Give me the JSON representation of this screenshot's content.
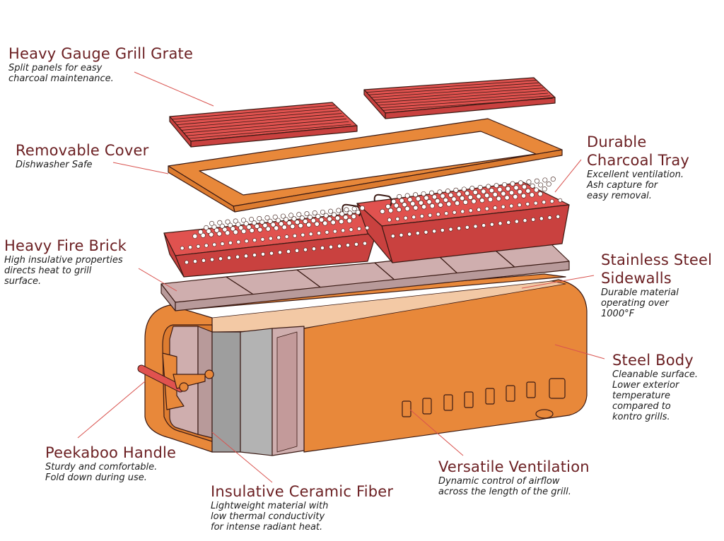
{
  "colors": {
    "label": "#6b1f22",
    "leader": "#d9534f",
    "red_part": "#e0524f",
    "orange_part": "#e8883a",
    "brick": "#cfaeae",
    "fiber": "#a9a9a9",
    "outline": "#3a1a14"
  },
  "callouts": [
    {
      "id": "grill-grate",
      "title": "Heavy Gauge Grill Grate",
      "subtitle": "Split panels for easy\ncharcoal maintenance."
    },
    {
      "id": "removable-cover",
      "title": "Removable Cover",
      "subtitle": "Dishwasher Safe"
    },
    {
      "id": "charcoal-tray",
      "title": "Durable\nCharcoal Tray",
      "subtitle": "Excellent ventilation.\nAsh capture for\neasy removal."
    },
    {
      "id": "fire-brick",
      "title": "Heavy Fire Brick",
      "subtitle": "High insulative properties\ndirects heat to grill\nsurface."
    },
    {
      "id": "sidewalls",
      "title": "Stainless Steel\nSidewalls",
      "subtitle": "Durable material\noperating over\n1000°F"
    },
    {
      "id": "steel-body",
      "title": "Steel Body",
      "subtitle": "Cleanable surface.\nLower exterior\ntemperature\ncompared to\nkontro grills."
    },
    {
      "id": "handle",
      "title": "Peekaboo Handle",
      "subtitle": "Sturdy and comfortable.\nFold down during use."
    },
    {
      "id": "ceramic-fiber",
      "title": "Insulative Ceramic Fiber",
      "subtitle": "Lightweight material with\nlow thermal conductivity\nfor intense radiant heat."
    },
    {
      "id": "ventilation",
      "title": "Versatile Ventilation",
      "subtitle": "Dynamic control of airflow\nacross the length of the grill."
    }
  ]
}
